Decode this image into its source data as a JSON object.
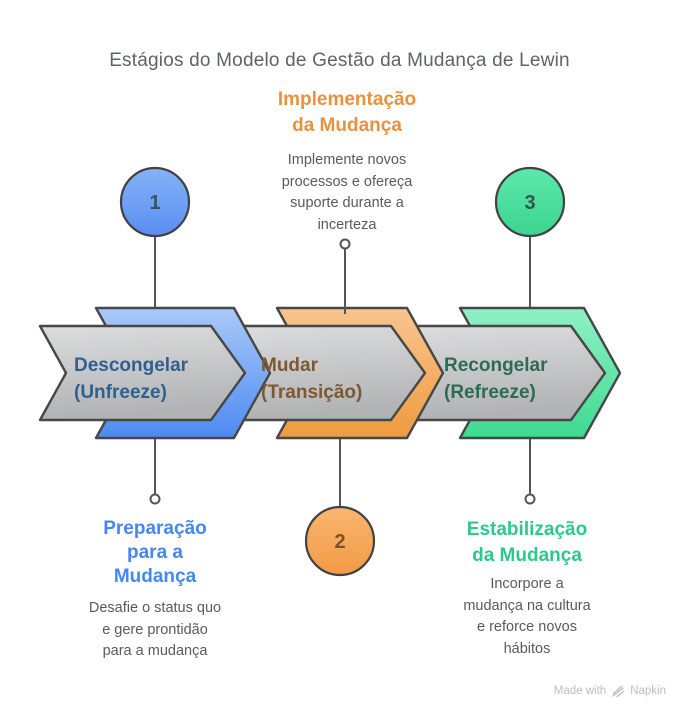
{
  "title": "Estágios do Modelo de Gestão da Mudança de Lewin",
  "stages": [
    {
      "number": "1",
      "arrow_label": "Descongelar\n(Unfreeze)",
      "callout_title": "Preparação\npara a\nMudança",
      "callout_description": "Desafie o status quo\ne gere prontidão\npara a mudança",
      "accent_color": "#4688f1",
      "label_color": "#315f90",
      "callout_position": "bottom-left"
    },
    {
      "number": "2",
      "arrow_label": "Mudar\n(Transição)",
      "callout_title": "Implementação\nda Mudança",
      "callout_description": "Implemente novos\nprocessos e ofereça\nsuporte durante a\nincerteza",
      "accent_color": "#e8923e",
      "label_color": "#7d5834",
      "callout_position": "top-center"
    },
    {
      "number": "3",
      "arrow_label": "Recongelar\n(Refreeze)",
      "callout_title": "Estabilização\nda Mudança",
      "callout_description": "Incorpore a\nmudança na cultura\ne reforce novos\nhábitos",
      "accent_color": "#2cc98d",
      "label_color": "#2e6b52",
      "callout_position": "bottom-right"
    }
  ],
  "colors": {
    "title_text": "#5f6368",
    "description_text": "#5a5a5a",
    "arrow_body_gray_top": "#dcdddf",
    "arrow_body_gray_bottom": "#b1b2b4",
    "outline_dark": "#474747",
    "connector_gray": "#555555"
  },
  "footer": {
    "made_with_label": "Made with",
    "brand": "Napkin"
  }
}
